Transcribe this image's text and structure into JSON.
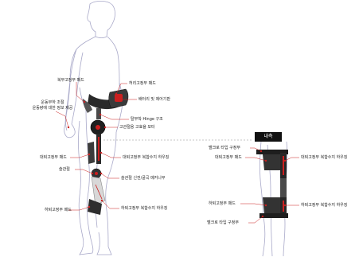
{
  "inset_title": "내측",
  "labels": {
    "back_pad": "복부고정부 패드",
    "waist_pad": "허리고정부 패드",
    "battery": "배터리 및 제어기판",
    "info_line1": "운동부하 조절",
    "info_line2": "운동량에 대한 정보 제공",
    "hinge": "탈부착 Hinge 구조",
    "hip_motor": "고관절용 고효율 모터",
    "thigh_pad": "대퇴고정부 패드",
    "thigh_housing": "대퇴고정부 복합수지 하우징",
    "knee": "슬관절",
    "knee_mech": "슬관절 신전/굴곡 메커니부",
    "shank_pad": "하퇴고정부 패드",
    "shank_housing": "하퇴고정부 복합수지 하우징",
    "inset_velcro_top": "벨크로 타입 구정부",
    "inset_thigh_pad": "대퇴고정부 패드",
    "inset_thigh_housing": "대퇴고정부 복합수지 하우징",
    "inset_shank_pad": "하퇴고정부 패드",
    "inset_shank_housing": "하퇴고정부 복합수지 하우징",
    "inset_velcro_bottom": "벨크로 타입 구정부"
  },
  "colors": {
    "body_outline": "#a9a9c9",
    "device_dark": "#2a2a2a",
    "device_mid": "#6b6b6b",
    "device_light": "#cfcfcf",
    "accent_red": "#cc1f1f",
    "leader": "#cc1f1f"
  }
}
